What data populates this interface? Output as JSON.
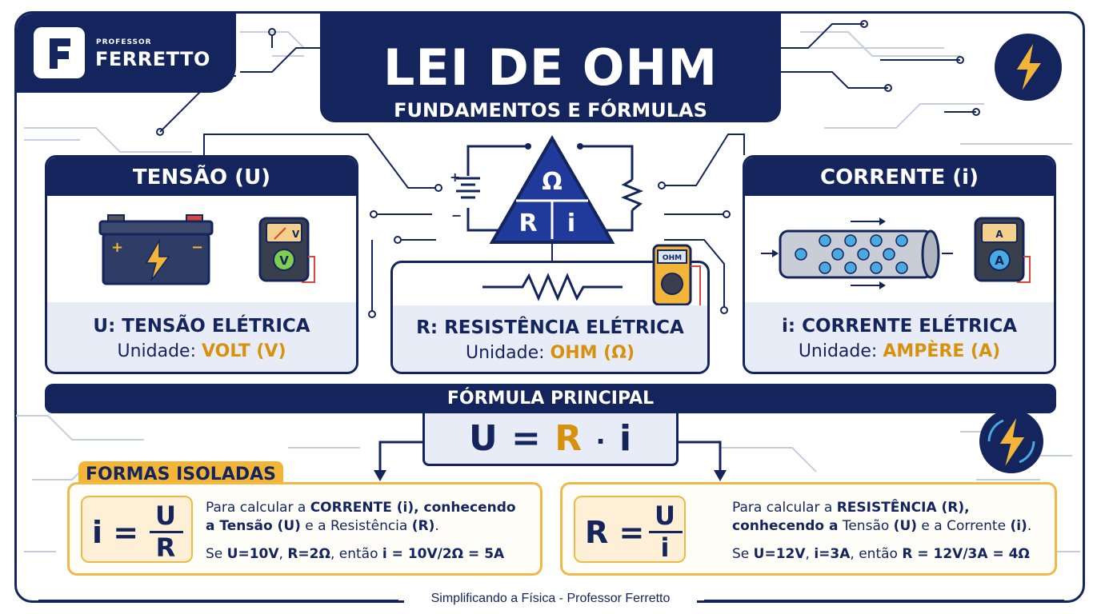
{
  "logo": {
    "letter": "F",
    "small": "PROFESSOR",
    "big": "FERRETTO"
  },
  "title": {
    "main": "LEI DE OHM",
    "sub": "FUNDAMENTOS E FÓRMULAS"
  },
  "triangle": {
    "top": "Ω",
    "left": "R",
    "right": "i"
  },
  "panels": {
    "tensao": {
      "header": "TENSÃO (U)",
      "label": "U: TENSÃO ELÉTRICA",
      "unit_prefix": "Unidade: ",
      "unit": "VOLT (V)",
      "meter": "V"
    },
    "resistencia": {
      "label": "R: RESISTÊNCIA ELÉTRICA",
      "unit_prefix": "Unidade: ",
      "unit": "OHM (Ω)",
      "meter": "OHM"
    },
    "corrente": {
      "header": "CORRENTE (i)",
      "label": "i: CORRENTE ELÉTRICA",
      "unit_prefix": "Unidade: ",
      "unit": "AMPÈRE (A)",
      "meter": "A"
    }
  },
  "battery": {
    "plus": "+",
    "minus": "−"
  },
  "formula": {
    "header": "FÓRMULA PRINCIPAL",
    "u": "U",
    "eq": "=",
    "r": "R",
    "dot": "·",
    "i": "i"
  },
  "isolated": {
    "tag": "FORMAS ISOLADAS",
    "card1": {
      "lhs": "i =",
      "num": "U",
      "den": "R",
      "a1": "Para calcular a ",
      "a2": "CORRENTE (i), conhecendo",
      "a3": "a Tensão (U)",
      "a4": " e a Resistência ",
      "a5": "(R)",
      "a6": ".",
      "e1": "Se ",
      "e2": "U=10V",
      "e3": ", ",
      "e4": "R=2Ω",
      "e5": ", então ",
      "e6": "i = 10V/2Ω = 5A"
    },
    "card2": {
      "lhs": "R =",
      "num": "U",
      "den": "i",
      "a1": "Para calcular a ",
      "a2": "RESISTÊNCIA (R),",
      "a3": "conhecendo a",
      "a4": " Tensão ",
      "a5": "(U)",
      "a6": " e a Corrente ",
      "a7": "(i)",
      "a8": ".",
      "e1": "Se ",
      "e2": "U=12V",
      "e3": ", ",
      "e4": "i=3A",
      "e5": ", então ",
      "e6": "R = 12V/3A = 4Ω"
    }
  },
  "footer": "Simplificando a Física - Professor Ferretto",
  "colors": {
    "navy": "#14245c",
    "orange": "#d8910d",
    "band": "#e8ecf6",
    "gold": "#f3b538"
  }
}
